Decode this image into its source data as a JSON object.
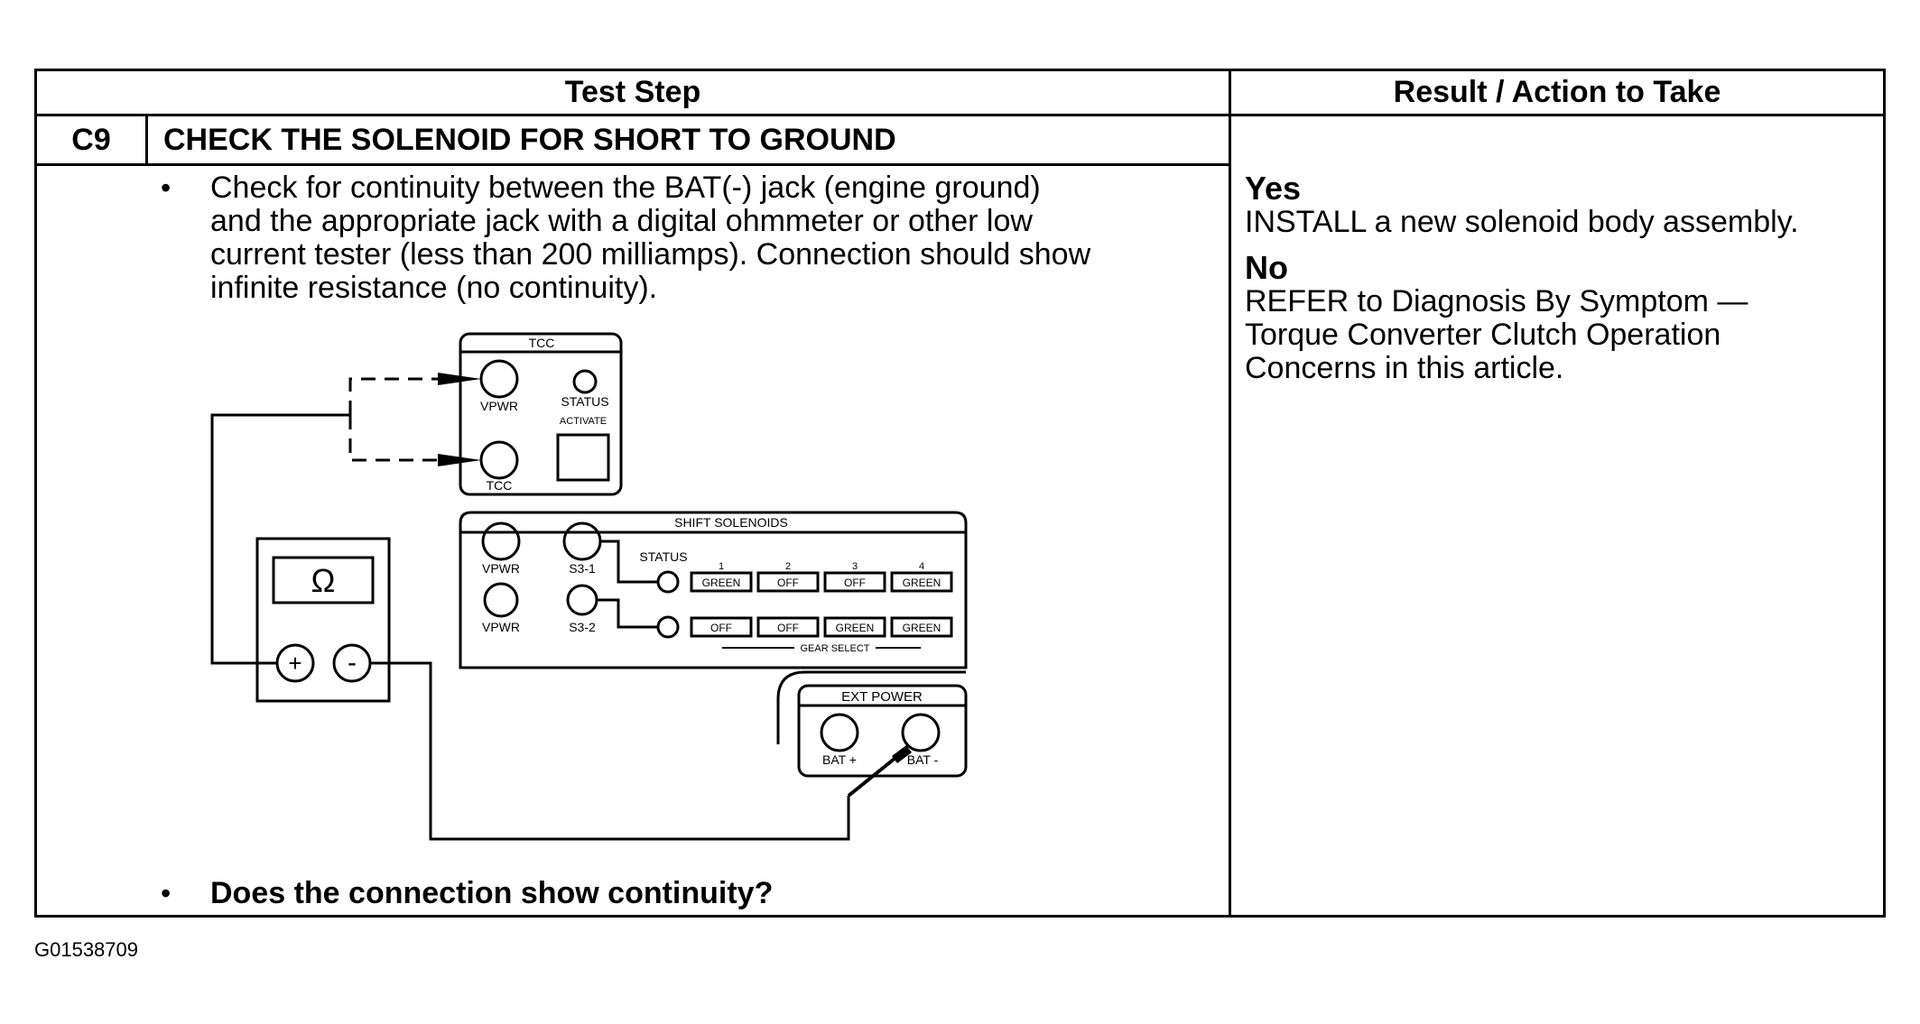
{
  "table": {
    "header_step": "Test Step",
    "header_result": "Result / Action to Take",
    "step_id": "C9",
    "step_title": "CHECK THE SOLENOID FOR SHORT TO GROUND",
    "instruction": "Check for continuity between the BAT(-) jack (engine ground)\nand the appropriate jack with a digital ohmmeter or other low\ncurrent tester (less than 200 milliamps). Connection should show\ninfinite resistance (no continuity).",
    "question": "Does the connection show continuity?",
    "bullet": "•"
  },
  "results": {
    "yes_label": "Yes",
    "yes_text": "INSTALL a new solenoid body assembly.",
    "no_label": "No",
    "no_text": "REFER to Diagnosis By Symptom —\nTorque Converter Clutch Operation\nConcerns in this article."
  },
  "diagram": {
    "meter_symbol": "Ω",
    "plus": "+",
    "minus": "-",
    "tcc_title": "TCC",
    "vpwr": "VPWR",
    "status": "STATUS",
    "activate": "ACTIVATE",
    "tcc_jack": "TCC",
    "shift_title": "SHIFT SOLENOIDS",
    "s3_1": "S3-1",
    "s3_2": "S3-2",
    "status_small": "STATUS",
    "gear_numbers": [
      "1",
      "2",
      "3",
      "4"
    ],
    "row1": [
      "GREEN",
      "OFF",
      "OFF",
      "GREEN"
    ],
    "row2": [
      "OFF",
      "OFF",
      "GREEN",
      "GREEN"
    ],
    "gear_select": "GEAR SELECT",
    "ext_power": "EXT POWER",
    "bat_plus": "BAT +",
    "bat_minus": "BAT -"
  },
  "figure_id": "G01538709"
}
